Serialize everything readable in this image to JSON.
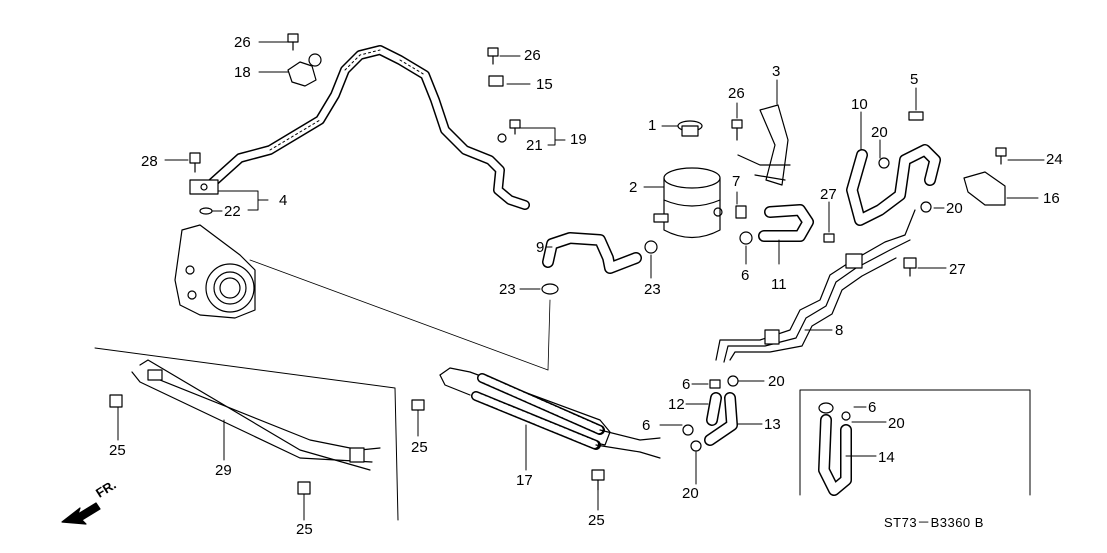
{
  "diagram": {
    "code": "ST73－B3360 B",
    "direction": "FR.",
    "labels": {
      "l26a": "26",
      "l18": "18",
      "l26b": "26",
      "l15": "15",
      "l19": "19",
      "l21": "21",
      "l28": "28",
      "l4": "4",
      "l22": "22",
      "l1": "1",
      "l2": "2",
      "l3": "3",
      "l26c": "26",
      "l7": "7",
      "l6a": "6",
      "l11": "11",
      "l9": "9",
      "l23a": "23",
      "l23b": "23",
      "l5": "5",
      "l10": "10",
      "l20a": "20",
      "l20b": "20",
      "l24": "24",
      "l16": "16",
      "l27a": "27",
      "l27b": "27",
      "l8": "8",
      "l6b": "6",
      "l20c": "20",
      "l12": "12",
      "l6c": "6",
      "l13": "13",
      "l20d": "20",
      "l6d": "6",
      "l20e": "20",
      "l14": "14",
      "l17": "17",
      "l25a": "25",
      "l25b": "25",
      "l25c": "25",
      "l25d": "25",
      "l29": "29"
    }
  }
}
